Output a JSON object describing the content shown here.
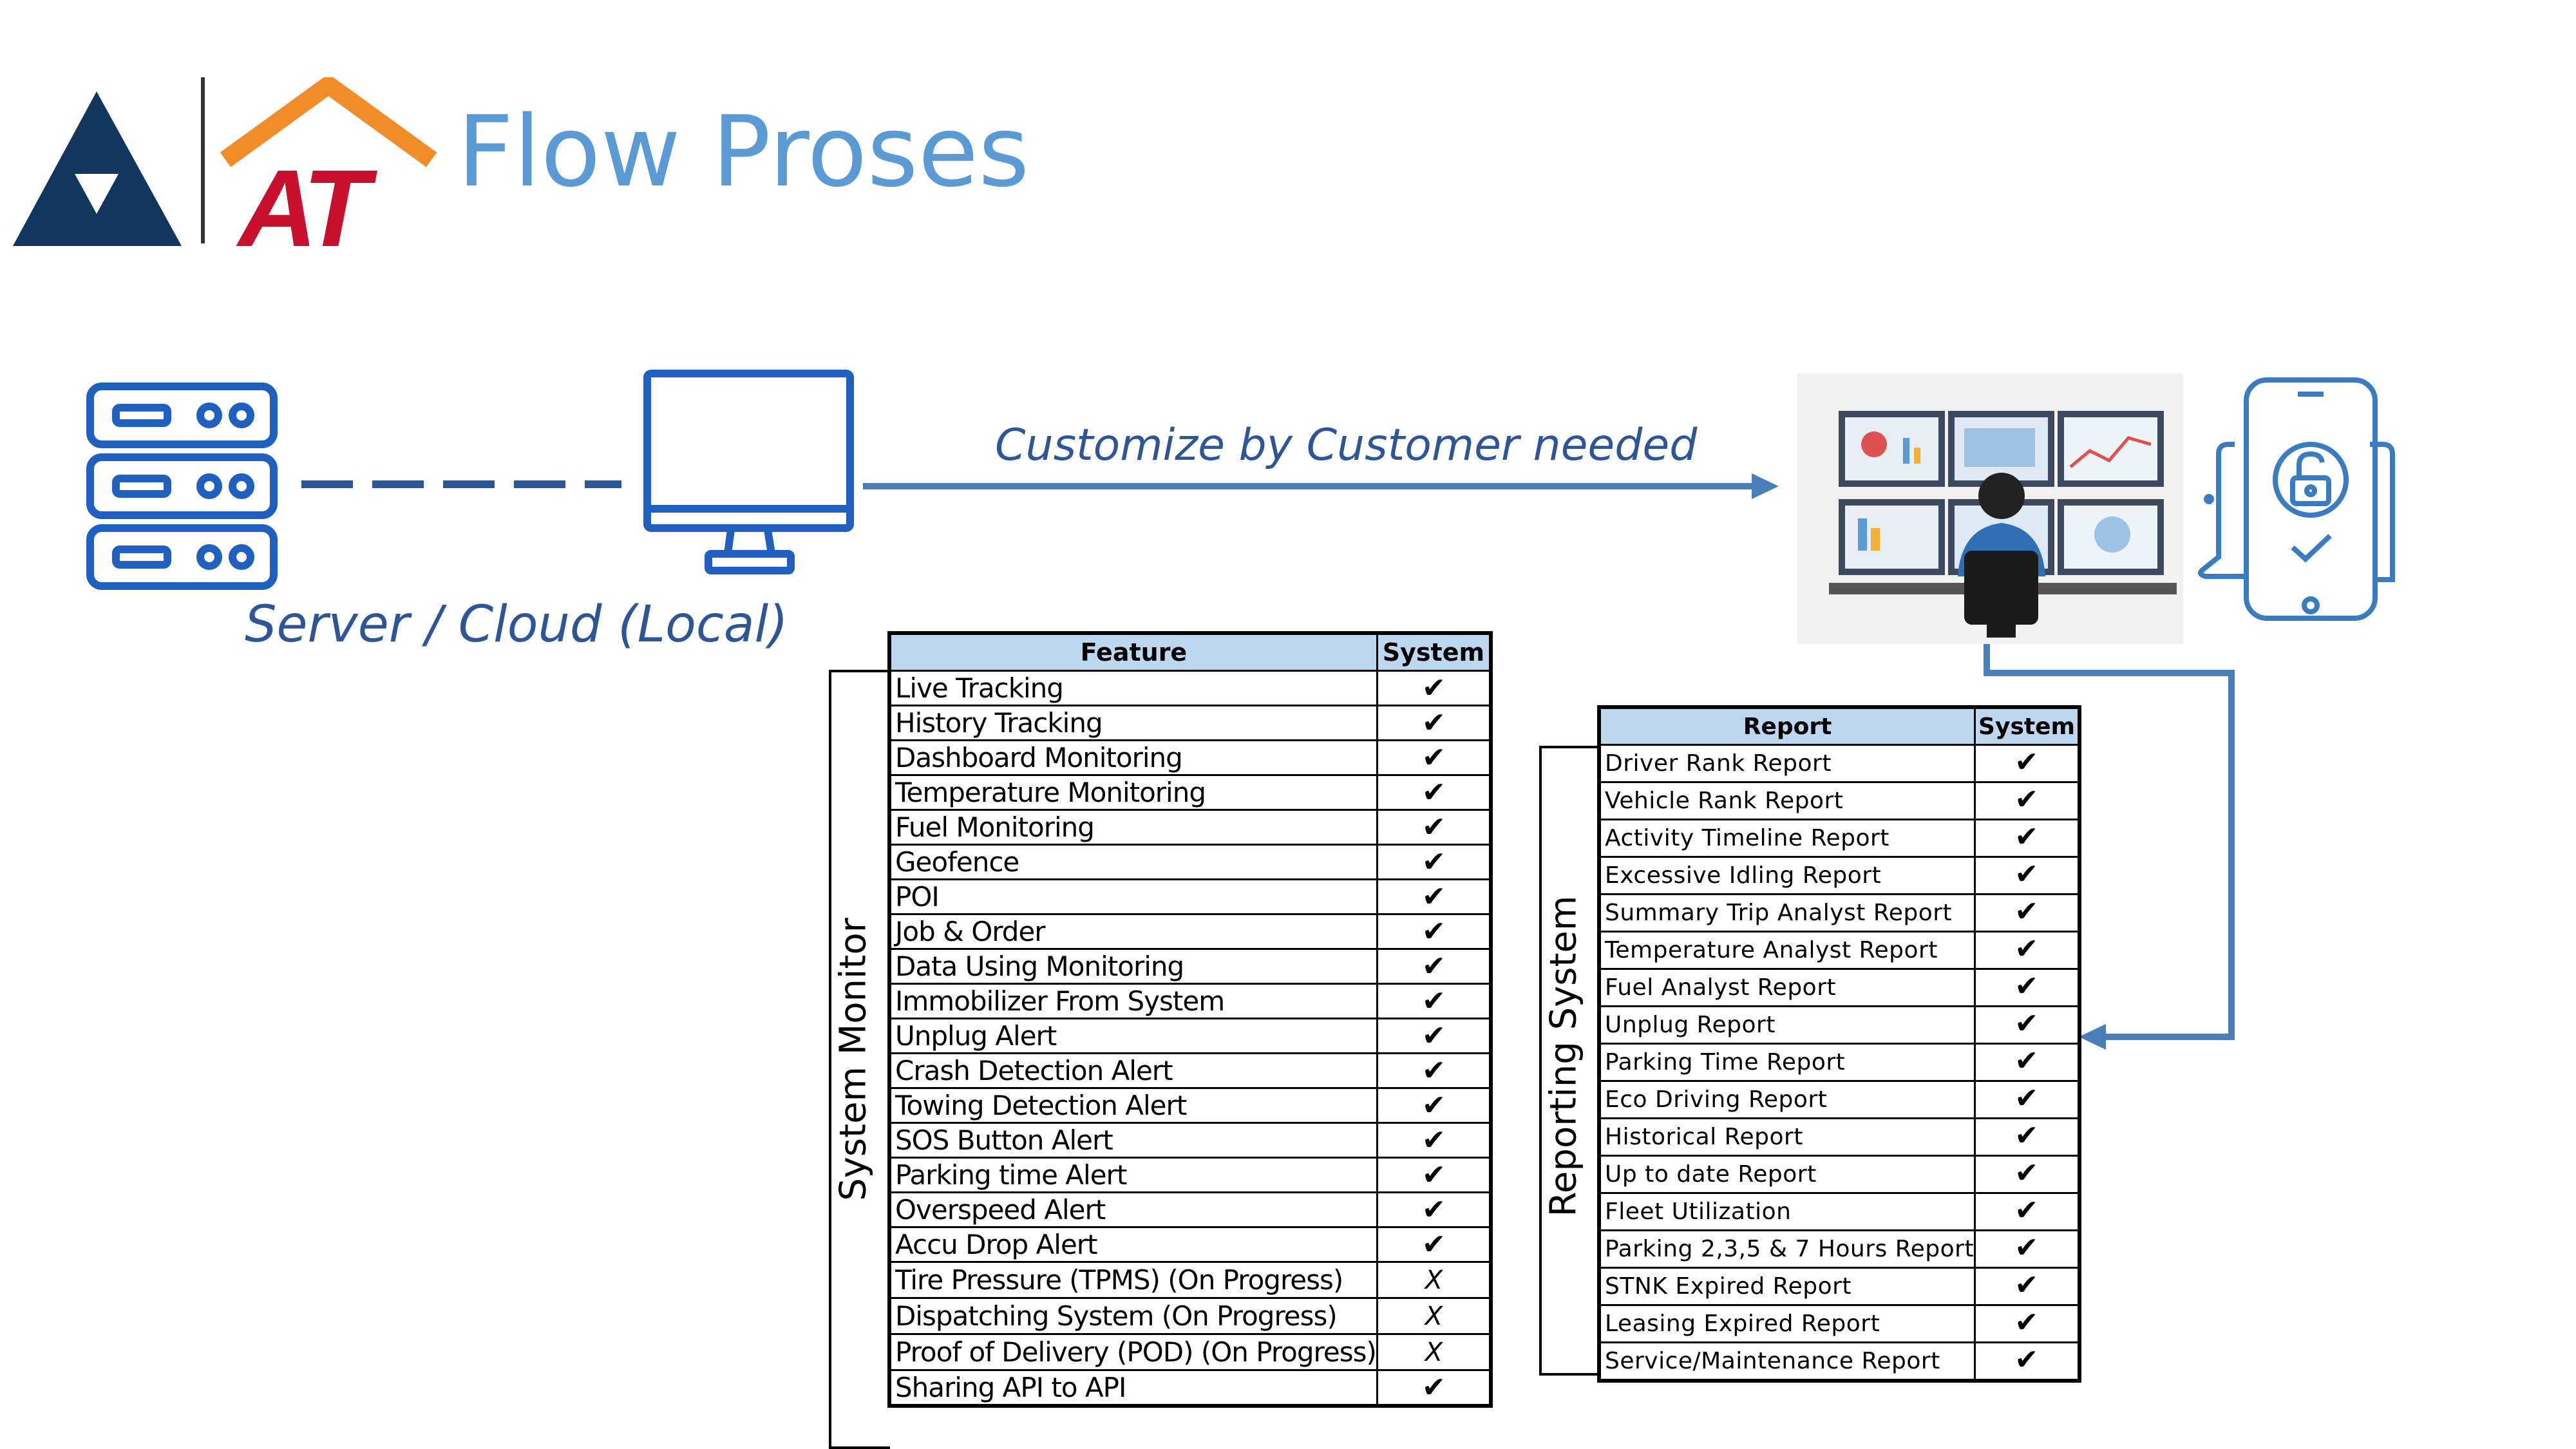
{
  "header": {
    "title": "Flow Proses",
    "logo_primary": "triangle-logo",
    "logo_secondary": "house-AT-logo",
    "logo_text": "AT"
  },
  "diagram": {
    "server_caption": "Server / Cloud (Local)",
    "arrow_caption": "Customize by Customer needed",
    "server_icon": "server-stack-icon",
    "monitor_icon": "monitor-icon",
    "operator_icon": "control-room-operator-icon",
    "mobile_icon": "mobile-lock-check-icon",
    "line_color": "#4a7ebb",
    "icon_color": "#1f5fbf"
  },
  "system_monitor": {
    "group_label": "System Monitor",
    "header": {
      "feature": "Feature",
      "system": "System"
    },
    "rows": [
      {
        "feature": "Live Tracking",
        "system": "✔"
      },
      {
        "feature": "History Tracking",
        "system": "✔"
      },
      {
        "feature": "Dashboard Monitoring",
        "system": "✔"
      },
      {
        "feature": "Temperature Monitoring",
        "system": "✔"
      },
      {
        "feature": "Fuel Monitoring",
        "system": "✔"
      },
      {
        "feature": "Geofence",
        "system": "✔"
      },
      {
        "feature": "POI",
        "system": "✔"
      },
      {
        "feature": "Job & Order",
        "system": "✔"
      },
      {
        "feature": "Data Using Monitoring",
        "system": "✔"
      },
      {
        "feature": "Immobilizer From System",
        "system": "✔"
      },
      {
        "feature": "Unplug Alert",
        "system": "✔"
      },
      {
        "feature": "Crash Detection Alert",
        "system": "✔"
      },
      {
        "feature": "Towing Detection Alert",
        "system": "✔"
      },
      {
        "feature": "SOS Button Alert",
        "system": "✔"
      },
      {
        "feature": "Parking time Alert",
        "system": "✔"
      },
      {
        "feature": "Overspeed Alert",
        "system": "✔"
      },
      {
        "feature": "Accu Drop Alert",
        "system": "✔"
      },
      {
        "feature": "Tire Pressure (TPMS) (On Progress)",
        "system": "X"
      },
      {
        "feature": "Dispatching System (On Progress)",
        "system": "X"
      },
      {
        "feature": "Proof of Delivery (POD) (On Progress)",
        "system": "X"
      },
      {
        "feature": "Sharing API to API",
        "system": "✔"
      }
    ]
  },
  "reporting_system": {
    "group_label": "Reporting System",
    "header": {
      "report": "Report",
      "system": "System"
    },
    "rows": [
      {
        "report": "Driver Rank Report",
        "system": "✔"
      },
      {
        "report": "Vehicle Rank Report",
        "system": "✔"
      },
      {
        "report": "Activity Timeline Report",
        "system": "✔"
      },
      {
        "report": "Excessive Idling Report",
        "system": "✔"
      },
      {
        "report": "Summary Trip Analyst Report",
        "system": "✔"
      },
      {
        "report": "Temperature Analyst Report",
        "system": "✔"
      },
      {
        "report": "Fuel Analyst Report",
        "system": "✔"
      },
      {
        "report": "Unplug Report",
        "system": "✔"
      },
      {
        "report": "Parking Time Report",
        "system": "✔"
      },
      {
        "report": "Eco Driving Report",
        "system": "✔"
      },
      {
        "report": "Historical Report",
        "system": "✔"
      },
      {
        "report": "Up to date Report",
        "system": "✔"
      },
      {
        "report": "Fleet Utilization",
        "system": "✔"
      },
      {
        "report": "Parking 2,3,5 & 7 Hours Report",
        "system": "✔"
      },
      {
        "report": "STNK Expired Report",
        "system": "✔"
      },
      {
        "report": "Leasing Expired Report",
        "system": "✔"
      },
      {
        "report": "Service/Maintenance Report",
        "system": "✔"
      }
    ]
  }
}
